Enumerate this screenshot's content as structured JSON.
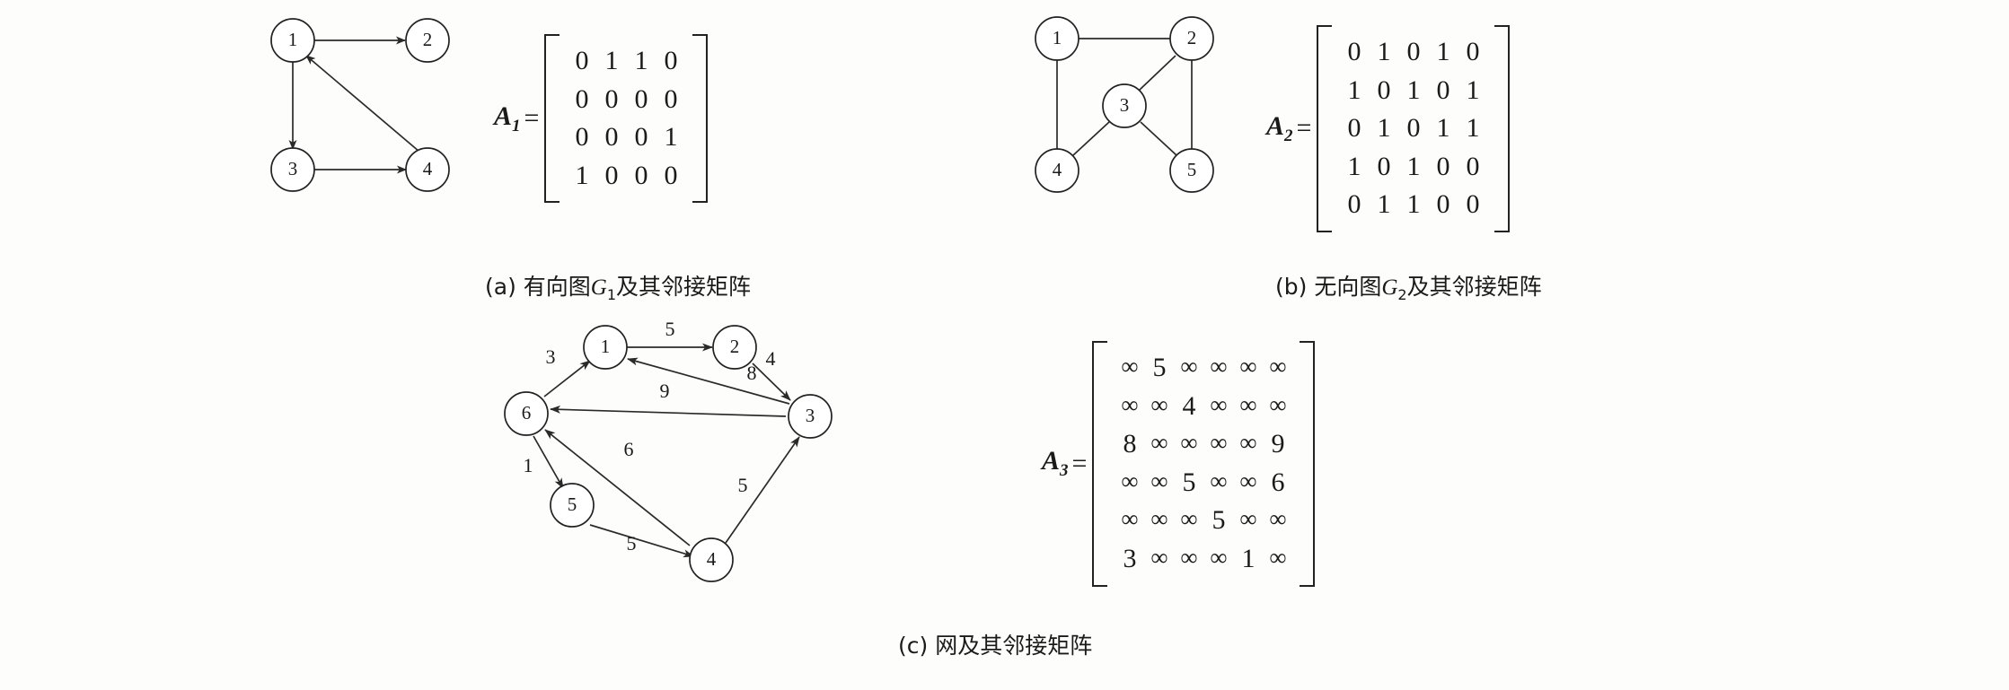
{
  "figure": {
    "background_color": "#fdfdfc",
    "ink_color": "#1a1a1a"
  },
  "panels": [
    {
      "id": "a",
      "caption_prefix": "(a)",
      "caption_text": "有向图",
      "caption_symbol": "G",
      "caption_subscript": "1",
      "caption_suffix": "及其邻接矩阵",
      "graph": {
        "type": "directed",
        "nodes": [
          {
            "id": "1",
            "label": "1"
          },
          {
            "id": "2",
            "label": "2"
          },
          {
            "id": "3",
            "label": "3"
          },
          {
            "id": "4",
            "label": "4"
          }
        ],
        "edges": [
          {
            "from": "1",
            "to": "2"
          },
          {
            "from": "1",
            "to": "3"
          },
          {
            "from": "3",
            "to": "4"
          },
          {
            "from": "4",
            "to": "1"
          }
        ]
      },
      "matrix": {
        "name": "A",
        "subscript": "1",
        "equals": "=",
        "rows": [
          [
            "0",
            "1",
            "1",
            "0"
          ],
          [
            "0",
            "0",
            "0",
            "0"
          ],
          [
            "0",
            "0",
            "0",
            "1"
          ],
          [
            "1",
            "0",
            "0",
            "0"
          ]
        ]
      }
    },
    {
      "id": "b",
      "caption_prefix": "(b)",
      "caption_text": "无向图",
      "caption_symbol": "G",
      "caption_subscript": "2",
      "caption_suffix": "及其邻接矩阵",
      "graph": {
        "type": "undirected",
        "nodes": [
          {
            "id": "1",
            "label": "1"
          },
          {
            "id": "2",
            "label": "2"
          },
          {
            "id": "3",
            "label": "3"
          },
          {
            "id": "4",
            "label": "4"
          },
          {
            "id": "5",
            "label": "5"
          }
        ],
        "edges": [
          {
            "from": "1",
            "to": "2"
          },
          {
            "from": "1",
            "to": "4"
          },
          {
            "from": "2",
            "to": "3"
          },
          {
            "from": "2",
            "to": "5"
          },
          {
            "from": "3",
            "to": "4"
          },
          {
            "from": "3",
            "to": "5"
          }
        ]
      },
      "matrix": {
        "name": "A",
        "subscript": "2",
        "equals": "=",
        "rows": [
          [
            "0",
            "1",
            "0",
            "1",
            "0"
          ],
          [
            "1",
            "0",
            "1",
            "0",
            "1"
          ],
          [
            "0",
            "1",
            "0",
            "1",
            "1"
          ],
          [
            "1",
            "0",
            "1",
            "0",
            "0"
          ],
          [
            "0",
            "1",
            "1",
            "0",
            "0"
          ]
        ]
      }
    },
    {
      "id": "c",
      "caption_prefix": "(c)",
      "caption_text": "网及其邻接矩阵",
      "caption_symbol": "",
      "caption_subscript": "",
      "caption_suffix": "",
      "graph": {
        "type": "weighted-directed",
        "nodes": [
          {
            "id": "1",
            "label": "1"
          },
          {
            "id": "2",
            "label": "2"
          },
          {
            "id": "3",
            "label": "3"
          },
          {
            "id": "4",
            "label": "4"
          },
          {
            "id": "5",
            "label": "5"
          },
          {
            "id": "6",
            "label": "6"
          }
        ],
        "edges": [
          {
            "from": "1",
            "to": "2",
            "weight": "5"
          },
          {
            "from": "2",
            "to": "3",
            "weight": "4"
          },
          {
            "from": "3",
            "to": "1",
            "weight": "8"
          },
          {
            "from": "3",
            "to": "6",
            "weight": "9"
          },
          {
            "from": "6",
            "to": "1",
            "weight": "3"
          },
          {
            "from": "6",
            "to": "5",
            "weight": "1"
          },
          {
            "from": "5",
            "to": "4",
            "weight": "5"
          },
          {
            "from": "4",
            "to": "6",
            "weight": "6"
          },
          {
            "from": "4",
            "to": "3",
            "weight": "5"
          }
        ]
      },
      "matrix": {
        "name": "A",
        "subscript": "3",
        "equals": "=",
        "rows": [
          [
            "∞",
            "5",
            "∞",
            "∞",
            "∞",
            "∞"
          ],
          [
            "∞",
            "∞",
            "4",
            "∞",
            "∞",
            "∞"
          ],
          [
            "8",
            "∞",
            "∞",
            "∞",
            "∞",
            "9"
          ],
          [
            "∞",
            "∞",
            "5",
            "∞",
            "∞",
            "6"
          ],
          [
            "∞",
            "∞",
            "∞",
            "5",
            "∞",
            "∞"
          ],
          [
            "3",
            "∞",
            "∞",
            "∞",
            "1",
            "∞"
          ]
        ]
      }
    }
  ]
}
